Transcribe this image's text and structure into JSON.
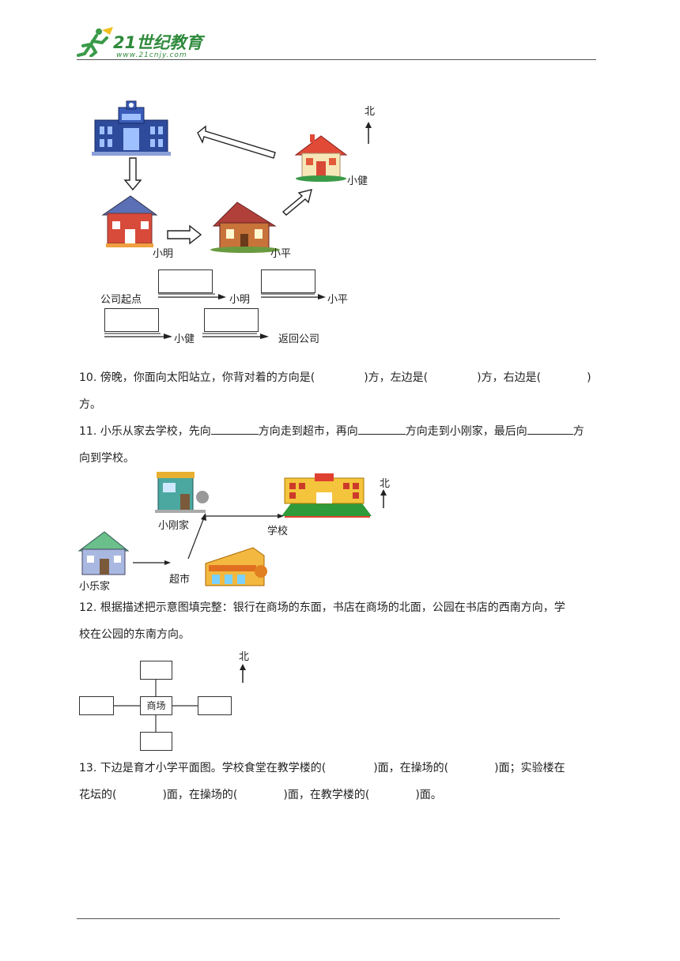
{
  "header": {
    "logo_text": "21世纪教育",
    "logo_url": "www.21cnjy.com"
  },
  "figure1": {
    "north": "北",
    "labels": {
      "xiaoming": "小明",
      "xiaoping": "小平",
      "xiaojian": "小健"
    },
    "route": {
      "start": "公司起点",
      "stop1": "小明",
      "stop2": "小平",
      "stop3": "小健",
      "end": "返回公司"
    }
  },
  "q10": {
    "num": "10.",
    "part1": "傍晚，你面向太阳站立，你背对着的方向是(",
    "part2": ")方，左边是(",
    "part3": ")方，右边是(",
    "part4": ")",
    "part5": "方。"
  },
  "q11": {
    "num": "11.",
    "part1": "小乐从家去学校，先向",
    "part2": "方向走到超市，再向",
    "part3": "方向走到小刚家，最后向",
    "part4": "方",
    "part5": "向到学校。"
  },
  "figure2": {
    "north": "北",
    "labels": {
      "xiaogang": "小刚家",
      "school": "学校",
      "xiaole": "小乐家",
      "market": "超市"
    }
  },
  "q12": {
    "num": "12.",
    "line1": "根据描述把示意图填完整：银行在商场的东面，书店在商场的北面，公园在书店的西南方向，学",
    "line2": "校在公园的东南方向。"
  },
  "figure3": {
    "north": "北",
    "center": "商场"
  },
  "q13": {
    "num": "13.",
    "p1": "下边是育才小学平面图。学校食堂在教学楼的(",
    "p2": ")面，在操场的(",
    "p3": ")面；实验楼在",
    "p4": "花坛的(",
    "p5": ")面，在操场的(",
    "p6": ")面，在教学楼的(",
    "p7": ")面。"
  }
}
